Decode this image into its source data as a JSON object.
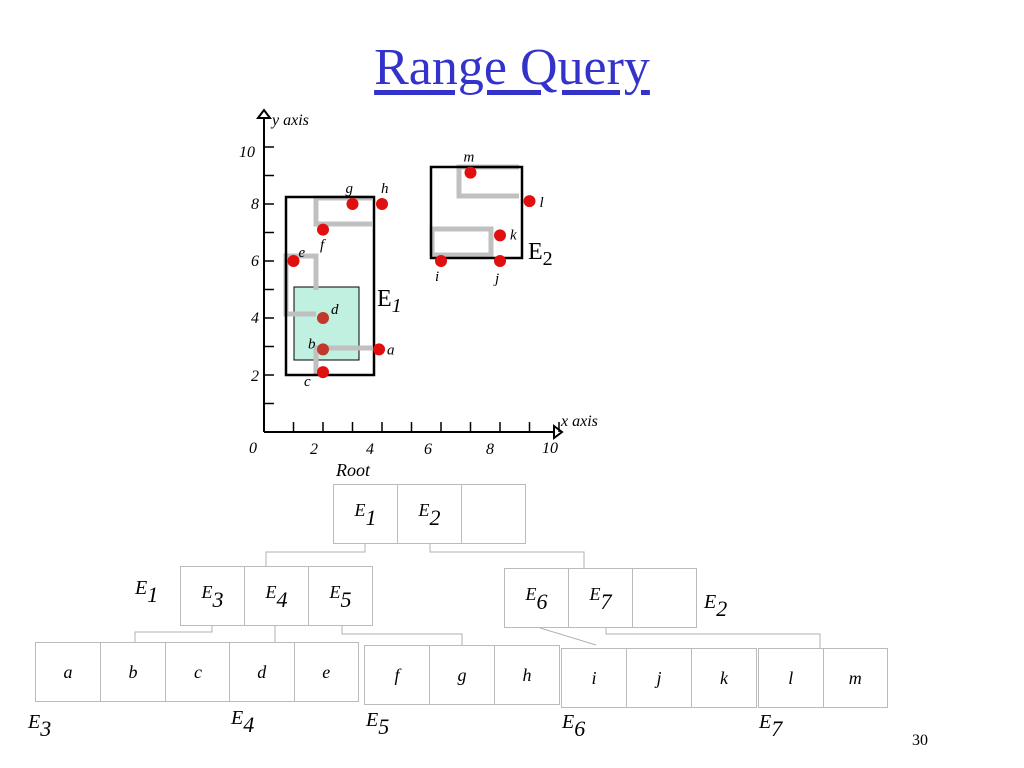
{
  "title": "Range Query",
  "slide_number": "30",
  "axes": {
    "y_label": "y axis",
    "x_label": "x axis",
    "y_ticks": [
      "2",
      "4",
      "6",
      "8",
      "10"
    ],
    "x_ticks": [
      "0",
      "2",
      "4",
      "6",
      "8",
      "10"
    ]
  },
  "points": [
    {
      "name": "a",
      "x": 3.9,
      "y": 2.9
    },
    {
      "name": "b",
      "x": 2.0,
      "y": 2.9
    },
    {
      "name": "c",
      "x": 2.0,
      "y": 2.1
    },
    {
      "name": "d",
      "x": 2.0,
      "y": 4.0
    },
    {
      "name": "e",
      "x": 1.0,
      "y": 6.0
    },
    {
      "name": "f",
      "x": 2.0,
      "y": 7.1
    },
    {
      "name": "g",
      "x": 3.0,
      "y": 8.0
    },
    {
      "name": "h",
      "x": 4.0,
      "y": 8.0
    },
    {
      "name": "i",
      "x": 6.0,
      "y": 6.0
    },
    {
      "name": "j",
      "x": 8.0,
      "y": 6.0
    },
    {
      "name": "k",
      "x": 8.0,
      "y": 6.9
    },
    {
      "name": "l",
      "x": 9.0,
      "y": 8.1
    },
    {
      "name": "m",
      "x": 7.0,
      "y": 9.1
    }
  ],
  "regions": {
    "E1": {
      "base": "E",
      "sub": "1"
    },
    "E2": {
      "base": "E",
      "sub": "2"
    }
  },
  "tree": {
    "root_label": "Root",
    "root": [
      {
        "base": "E",
        "sub": "1"
      },
      {
        "base": "E",
        "sub": "2"
      },
      {
        "base": "",
        "sub": ""
      }
    ],
    "n1_label": {
      "base": "E",
      "sub": "1"
    },
    "n1": [
      {
        "base": "E",
        "sub": "3"
      },
      {
        "base": "E",
        "sub": "4"
      },
      {
        "base": "E",
        "sub": "5"
      }
    ],
    "n2_label": {
      "base": "E",
      "sub": "2"
    },
    "n2": [
      {
        "base": "E",
        "sub": "6"
      },
      {
        "base": "E",
        "sub": "7"
      },
      {
        "base": "",
        "sub": ""
      }
    ],
    "leaf_e3": {
      "label": {
        "base": "E",
        "sub": "3"
      },
      "entries": [
        "a",
        "b",
        "c"
      ]
    },
    "leaf_e4": {
      "label": {
        "base": "E",
        "sub": "4"
      },
      "entries": [
        "d",
        "e"
      ]
    },
    "leaf_e5": {
      "label": {
        "base": "E",
        "sub": "5"
      },
      "entries": [
        "f",
        "g",
        "h"
      ]
    },
    "leaf_e6": {
      "label": {
        "base": "E",
        "sub": "6"
      },
      "entries": [
        "i",
        "j",
        "k"
      ]
    },
    "leaf_e7": {
      "label": {
        "base": "E",
        "sub": "7"
      },
      "entries": [
        "l",
        "m"
      ]
    }
  },
  "colors": {
    "title": "#3333cc",
    "point": "#e01010",
    "query_fill": "#bff0e0",
    "path": "#c0c0c0"
  }
}
